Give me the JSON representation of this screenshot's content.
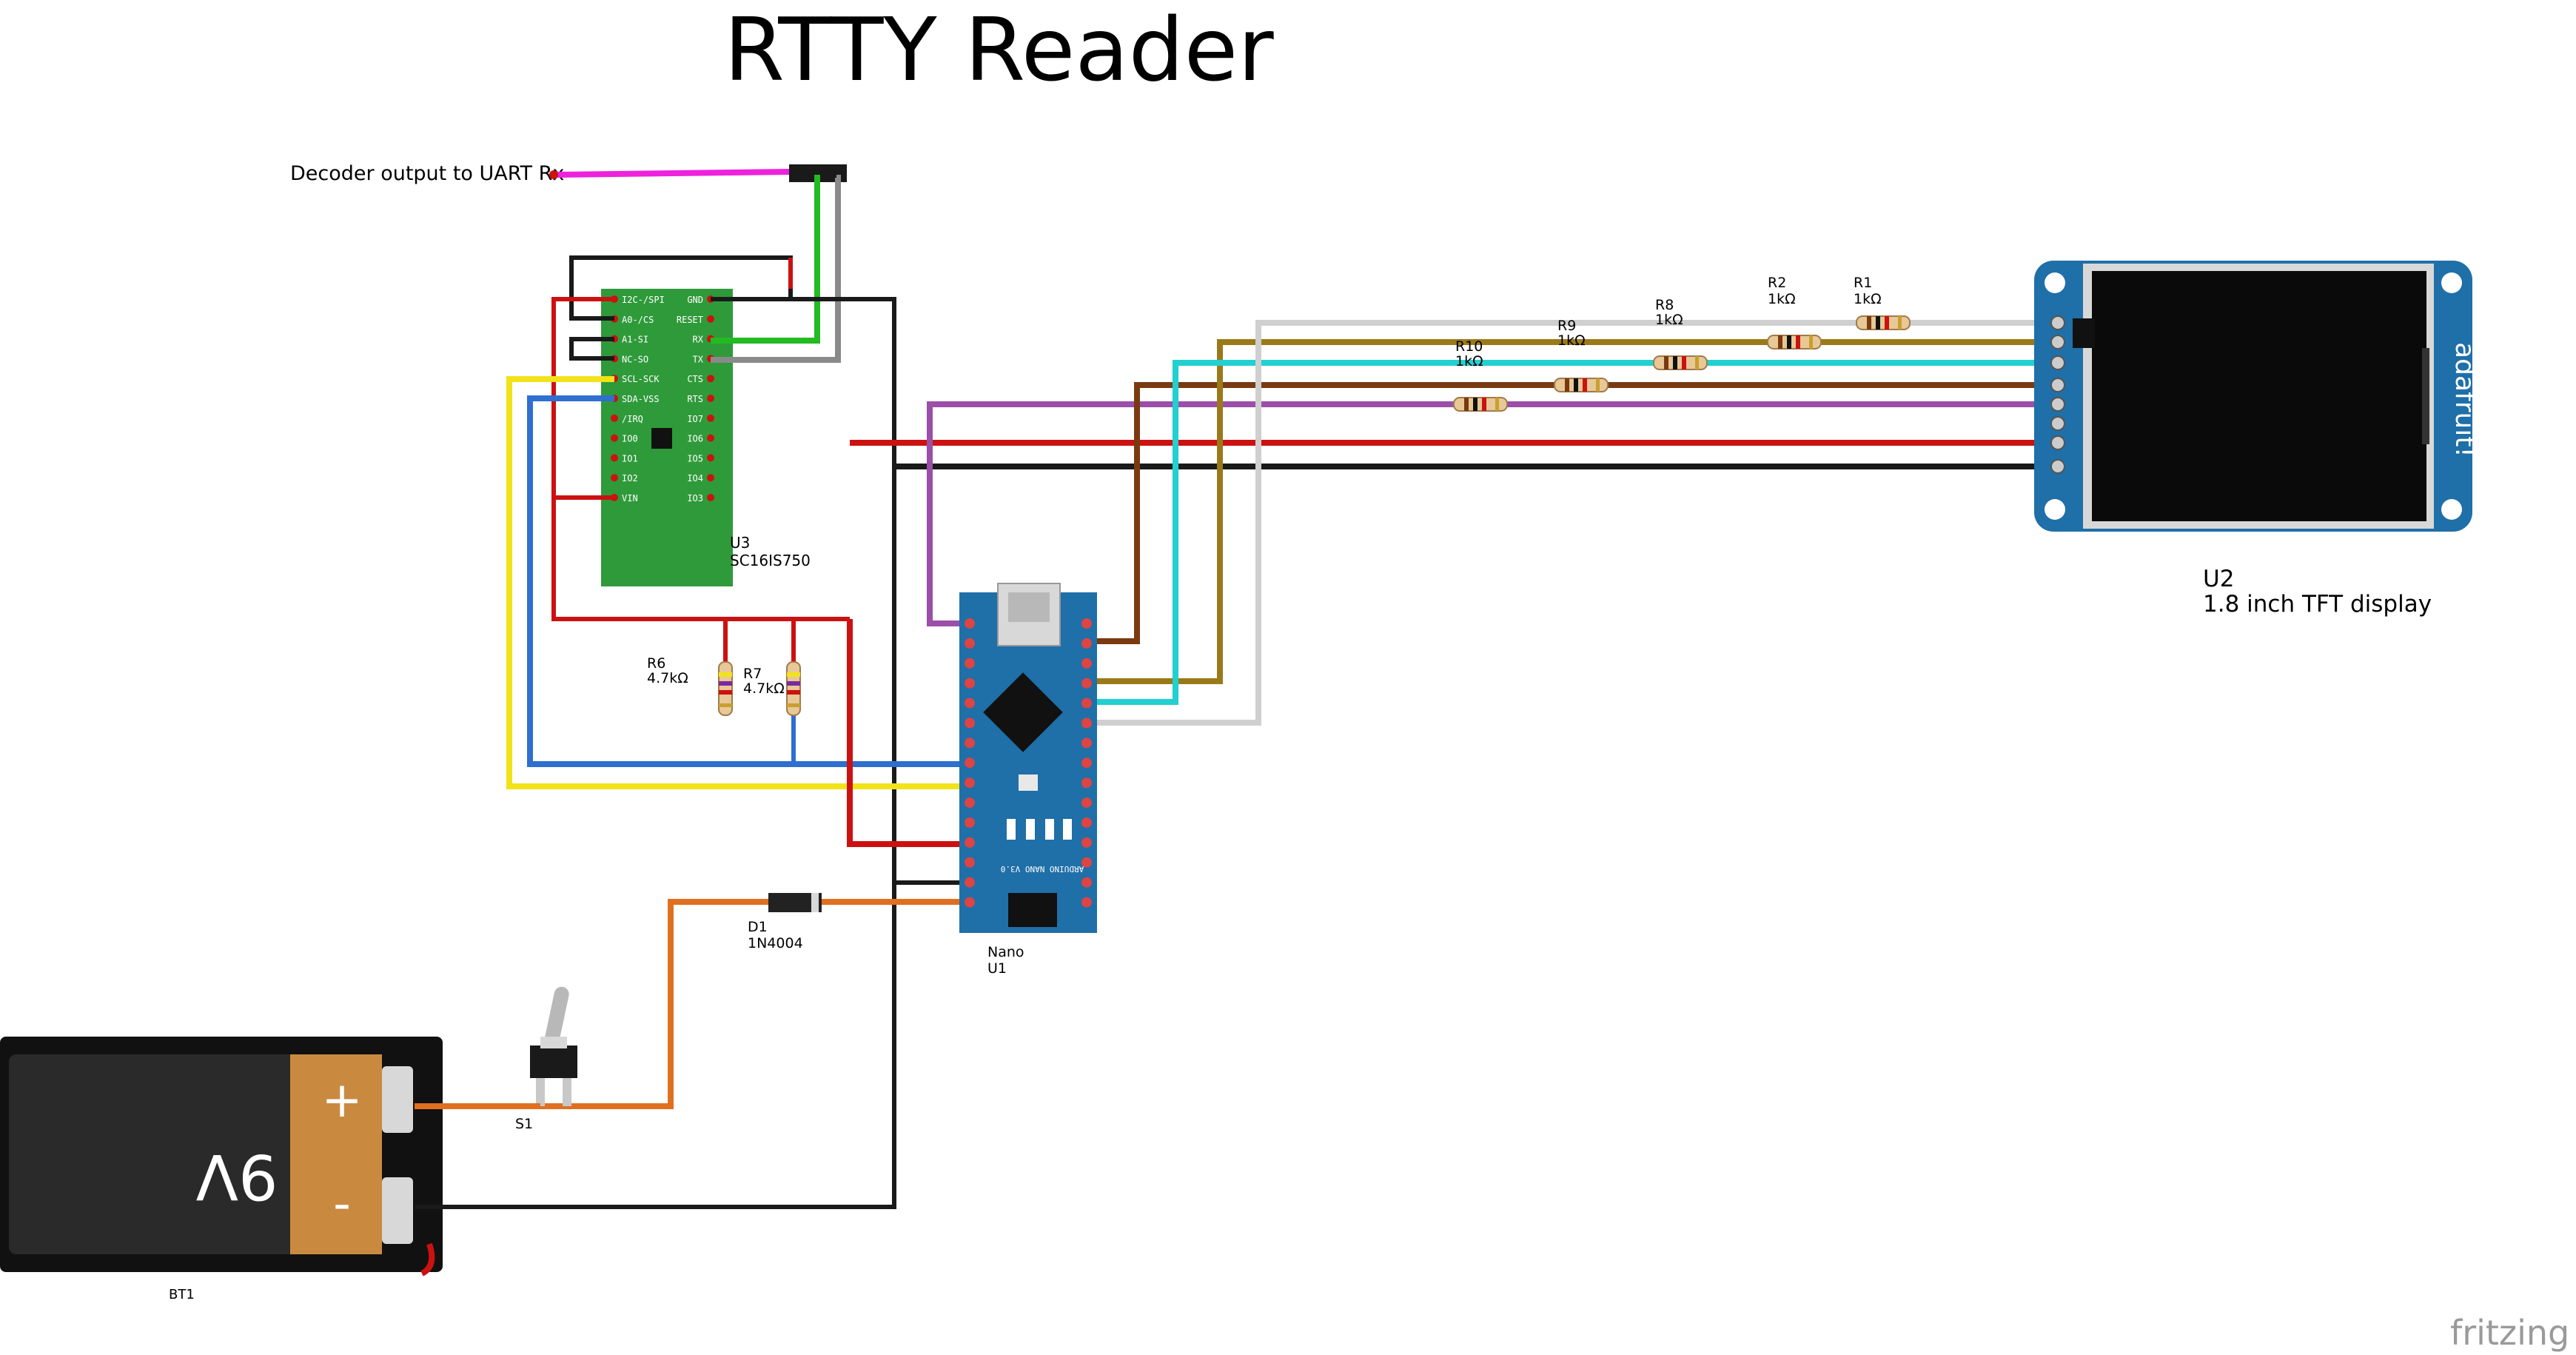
{
  "title": "RTTY Reader",
  "input_label": "Decoder output to UART Rx",
  "parts": {
    "u3": {
      "ref": "U3",
      "name": "SC16IS750",
      "left_pins": [
        "I2C-/SPI",
        "A0-/CS",
        "A1-SI",
        "NC-SO",
        "SCL-SCK",
        "SDA-VSS",
        "/IRQ",
        "IO0",
        "IO1",
        "IO2",
        "VIN"
      ],
      "right_pins": [
        "GND",
        "RESET",
        "RX",
        "TX",
        "CTS",
        "RTS",
        "IO7",
        "IO6",
        "IO5",
        "IO4",
        "IO3"
      ]
    },
    "u2": {
      "ref": "U2",
      "name": "1.8 inch TFT display",
      "brand": "adafruit!"
    },
    "u1": {
      "ref": "U1",
      "name": "Nano",
      "board_text": "ARDUINO NANO V3.0"
    },
    "r1": {
      "ref": "R1",
      "value": "1kΩ"
    },
    "r2": {
      "ref": "R2",
      "value": "1kΩ"
    },
    "r8": {
      "ref": "R8",
      "value": "1kΩ"
    },
    "r9": {
      "ref": "R9",
      "value": "1kΩ"
    },
    "r10": {
      "ref": "R10",
      "value": "1kΩ"
    },
    "r6": {
      "ref": "R6",
      "value": "4.7kΩ"
    },
    "r7": {
      "ref": "R7",
      "value": "4.7kΩ"
    },
    "d1": {
      "ref": "D1",
      "name": "1N4004"
    },
    "s1": {
      "ref": "S1"
    },
    "bt1": {
      "ref": "BT1",
      "voltage": "9V",
      "plus": "+",
      "minus": "-"
    }
  },
  "watermark": "fritzing",
  "colors": {
    "red": "#cc1111",
    "black": "#1a1a1a",
    "green": "#22bb22",
    "gray": "#8a8a8a",
    "magenta": "#ee22dd",
    "yellow": "#f2e21a",
    "blue": "#2e6fd0",
    "purple": "#9b4fa8",
    "brown_dark": "#7a3a10",
    "olive": "#9a7a18",
    "cyan": "#22d0d0",
    "white_wire": "#cfcfcf",
    "orange": "#e07020",
    "u3_board": "#2f9a3a",
    "nano_board": "#1f6fa8",
    "tft_board": "#1f6fa8",
    "battery_copper": "#c98a40"
  }
}
